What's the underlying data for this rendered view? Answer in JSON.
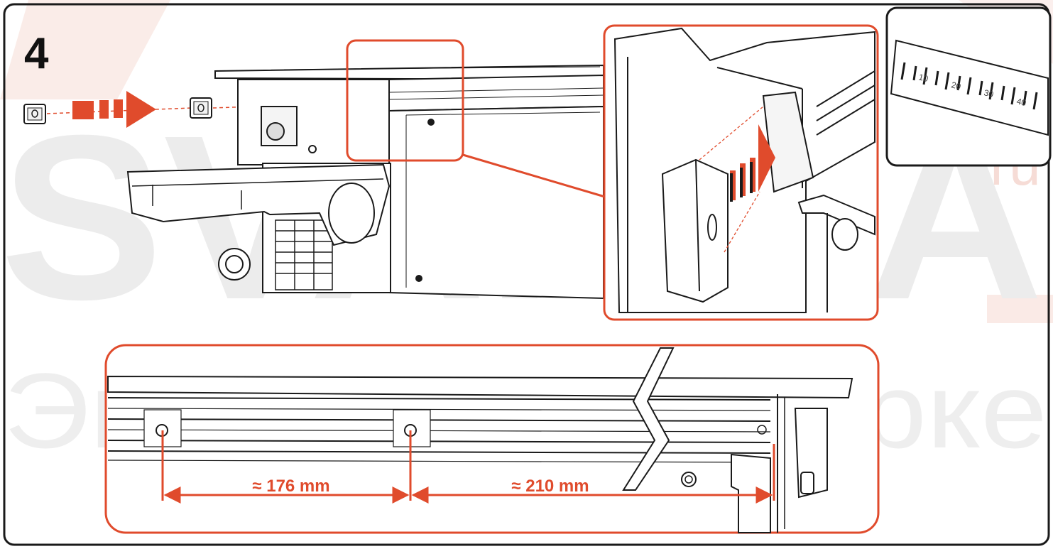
{
  "step": {
    "number": "4"
  },
  "watermark": {
    "brand": "SVARMA",
    "brand_suffix": "ru",
    "tagline": "Эксперты в сварке"
  },
  "scale_inset": {
    "ticks": [
      "10",
      "20",
      "30",
      "40"
    ]
  },
  "dimensions": [
    {
      "label": "≈ 176 mm"
    },
    {
      "label": "≈ 210 mm"
    }
  ],
  "colors": {
    "accent": "#e04b2c",
    "outline": "#1a1a1a",
    "watermark": "#e6e6e6",
    "watermark_red": "#f6dcd6"
  }
}
